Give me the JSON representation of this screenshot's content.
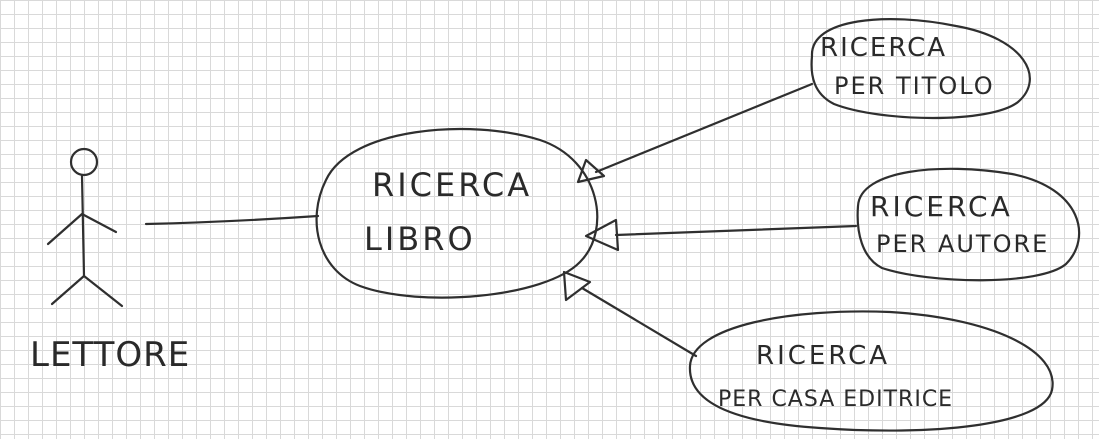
{
  "actor": {
    "label": "LETTORE"
  },
  "use_cases": {
    "main": {
      "line1": "RICERCA",
      "line2": "LIBRO"
    },
    "by_title": {
      "line1": "RICERCA",
      "line2": "PER TITOLO"
    },
    "by_author": {
      "line1": "RICERCA",
      "line2": "PER AUTORE"
    },
    "by_publisher": {
      "line1": "RICERCA",
      "line2": "PER CASA EDITRICE"
    }
  },
  "colors": {
    "ink": "#2f2f2f",
    "grid": "#d9d9d9",
    "paper": "#ffffff"
  }
}
